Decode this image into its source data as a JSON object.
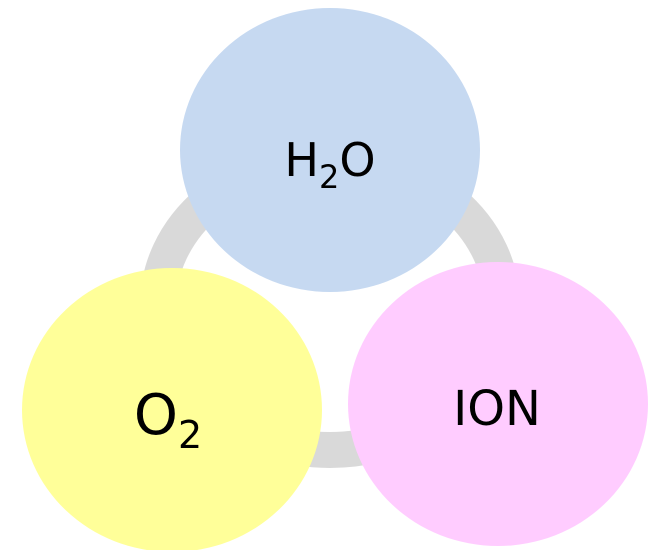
{
  "diagram": {
    "ring_color": "#d9d9d9",
    "nodes": [
      {
        "id": "water",
        "label_main": "H",
        "label_sub": "2",
        "label_tail": "O",
        "fill": "#c6d9f1"
      },
      {
        "id": "oxygen",
        "label_main": "O",
        "label_sub": "2",
        "label_tail": "",
        "fill": "#ffff99"
      },
      {
        "id": "ion",
        "label_main": "ION",
        "label_sub": "",
        "label_tail": "",
        "fill": "#ffccff"
      }
    ]
  }
}
